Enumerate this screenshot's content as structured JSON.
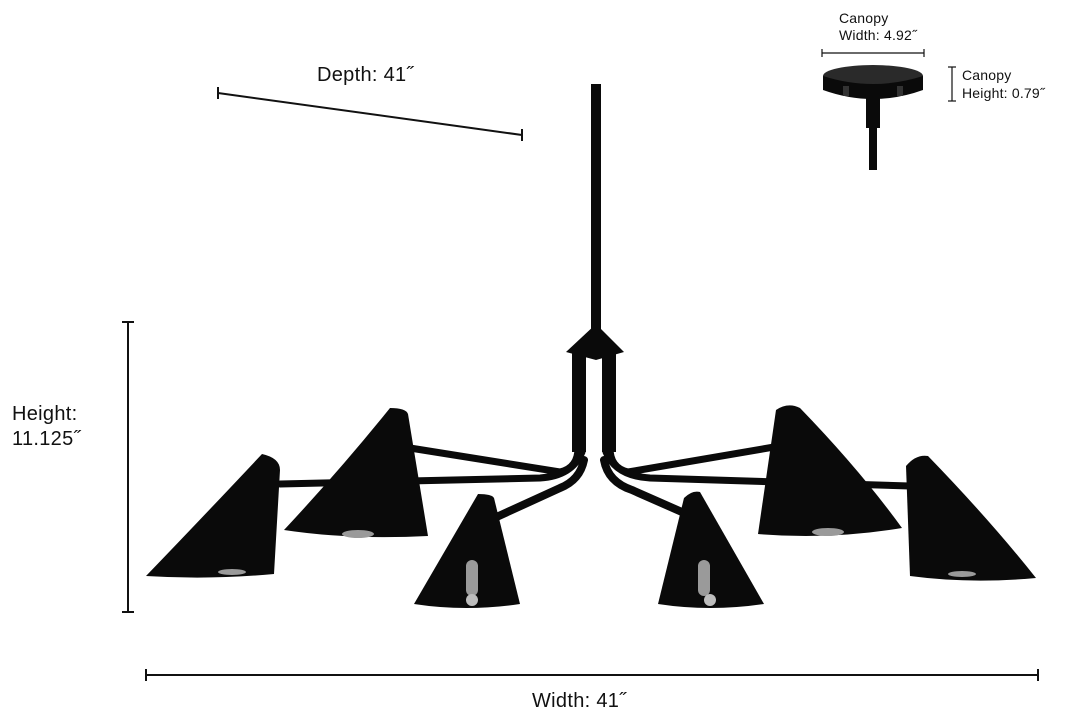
{
  "dimensions": {
    "depth": "Depth: 41˝",
    "height_line1": "Height:",
    "height_line2": "11.125˝",
    "width": "Width: 41˝",
    "canopy_width_line1": "Canopy",
    "canopy_width_line2": "Width: 4.92˝",
    "canopy_height_line1": "Canopy",
    "canopy_height_line2": "Height: 0.79˝"
  },
  "colors": {
    "fixture": "#0a0a0a",
    "shade_inner": "#9a9a9a",
    "dimension_line": "#111111"
  }
}
